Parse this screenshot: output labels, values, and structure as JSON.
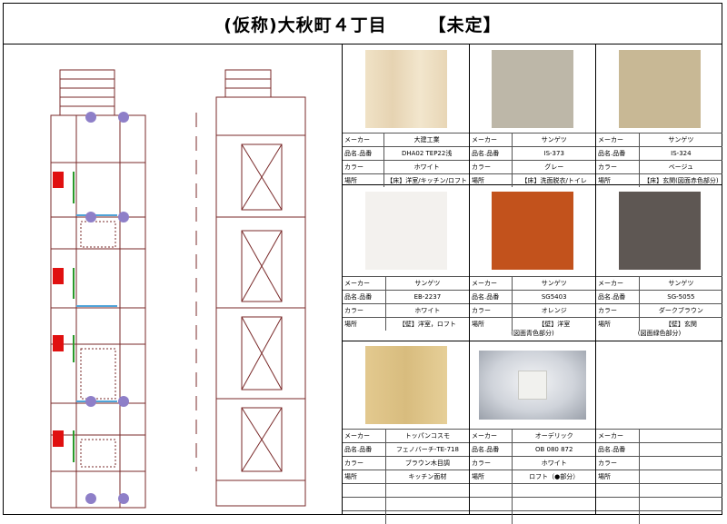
{
  "title": {
    "main": "(仮称)大秋町４丁目",
    "status": "【未定】"
  },
  "row_labels": {
    "maker": "メーカー",
    "product": "品名.品番",
    "color": "カラー",
    "place": "場所"
  },
  "materials": [
    {
      "maker": "大建工業",
      "product": "DHA02 TEP22浅",
      "color": "ホワイト",
      "place": "【床】洋室/キッチン/ロフト",
      "note": "",
      "swatch": "#ecdcc0"
    },
    {
      "maker": "サンゲツ",
      "product": "IS-373",
      "color": "グレー",
      "place": "【床】洗面脱衣/トイレ",
      "note": "",
      "swatch": "#bdb7a8"
    },
    {
      "maker": "サンゲツ",
      "product": "IS-324",
      "color": "ベージュ",
      "place": "【床】玄関(図面赤色部分)",
      "note": "",
      "swatch": "#c8b895"
    },
    {
      "maker": "サンゲツ",
      "product": "EB-2237",
      "color": "ホワイト",
      "place": "【壁】洋室，ロフト",
      "note": "",
      "swatch": "#f3f1ee"
    },
    {
      "maker": "サンゲツ",
      "product": "SG5403",
      "color": "オレンジ",
      "place": "【壁】洋室",
      "note": "(図面青色部分)",
      "swatch": "#c2521c"
    },
    {
      "maker": "サンゲツ",
      "product": "SG-5055",
      "color": "ダークブラウン",
      "place": "【壁】玄関",
      "note": "(図面緑色部分)",
      "swatch": "#5e5753"
    },
    {
      "maker": "トッパンコスモ",
      "product": "フェノバーチ-TE-718",
      "color": "ブラウン木目調",
      "place": "キッチン面材",
      "note": "",
      "swatch": "#dcc186"
    },
    {
      "maker": "オーデリック",
      "product": "OB 080 872",
      "color": "ホワイト",
      "place": "ロフト（●部分）",
      "note": "",
      "swatch": "#c9ced6"
    },
    {
      "maker": "",
      "product": "",
      "color": "",
      "place": "",
      "note": "",
      "swatch": ""
    }
  ],
  "colors": {
    "plan_lines": "#7a2a2a",
    "plan_blue": "#4fa3d8",
    "plan_red": "#e01010",
    "plan_green": "#2a9a2a",
    "plan_purple": "#8e7fc8"
  }
}
